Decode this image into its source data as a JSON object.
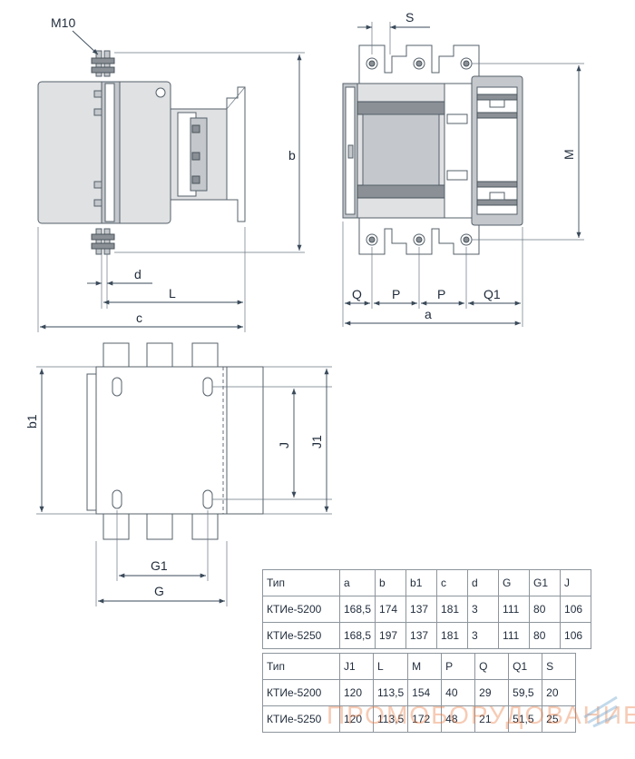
{
  "labels": {
    "M10": "M10",
    "b": "b",
    "d": "d",
    "L": "L",
    "c": "c",
    "S": "S",
    "M": "M",
    "Q": "Q",
    "P1": "P",
    "P2": "P",
    "Q1": "Q1",
    "a": "a",
    "b1": "b1",
    "J": "J",
    "J1": "J1",
    "G1": "G1",
    "G": "G"
  },
  "table1": {
    "header": [
      "Тип",
      "a",
      "b",
      "b1",
      "c",
      "d",
      "G",
      "G1",
      "J"
    ],
    "rows": [
      [
        "КТИе-5200",
        "168,5",
        "174",
        "137",
        "181",
        "3",
        "111",
        "80",
        "106"
      ],
      [
        "КТИе-5250",
        "168,5",
        "197",
        "137",
        "181",
        "3",
        "111",
        "80",
        "106"
      ]
    ]
  },
  "table2": {
    "header": [
      "Тип",
      "J1",
      "L",
      "M",
      "P",
      "Q",
      "Q1",
      "S"
    ],
    "rows": [
      [
        "КТИе-5200",
        "120",
        "113,5",
        "154",
        "40",
        "29",
        "59,5",
        "20"
      ],
      [
        "КТИе-5250",
        "120",
        "113,5",
        "172",
        "48",
        "21",
        "51,5",
        "25"
      ]
    ]
  },
  "watermark": "ПРОМОБОРУДОВАНИЕ"
}
